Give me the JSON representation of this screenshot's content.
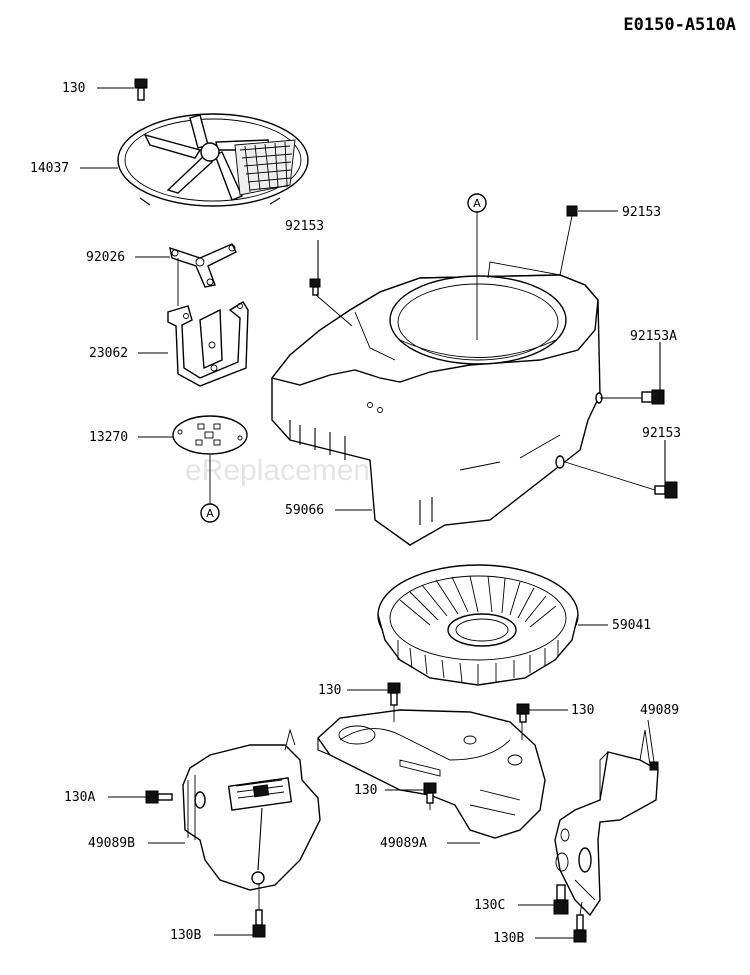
{
  "diagram_code": "E0150-A510A",
  "watermark": "eReplacementParts.com",
  "ref_marker": "A",
  "part_labels": {
    "p130_top": "130",
    "p14037": "14037",
    "p92026": "92026",
    "p23062": "23062",
    "p13270": "13270",
    "p92153_left": "92153",
    "p92153_right_top": "92153",
    "p92153A": "92153A",
    "p92153_right_mid": "92153",
    "p59066": "59066",
    "p59041": "59041",
    "p130_mid_left": "130",
    "p130_mid_right": "130",
    "p49089": "49089",
    "p130A": "130A",
    "p130_center": "130",
    "p49089B": "49089B",
    "p49089A": "49089A",
    "p130C": "130C",
    "p130B_left": "130B",
    "p130B_right": "130B"
  }
}
